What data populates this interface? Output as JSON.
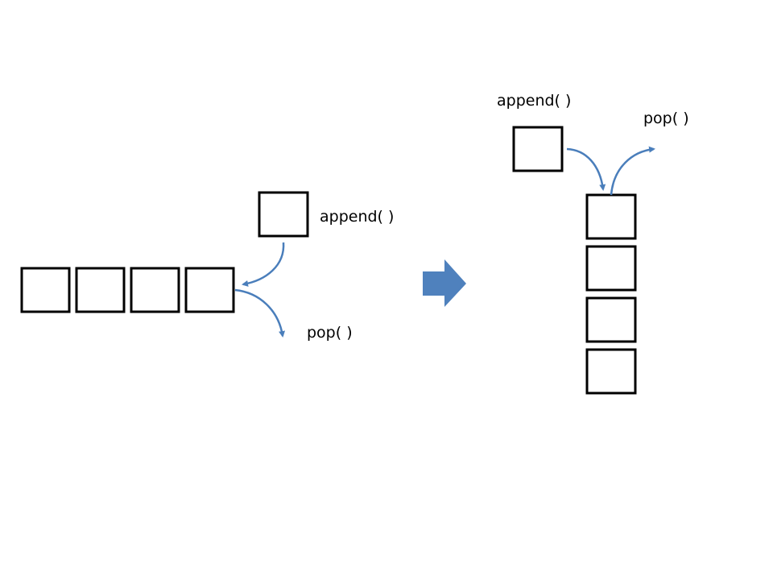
{
  "left": {
    "append_label": "append( )",
    "pop_label": "pop( )"
  },
  "right": {
    "append_label": "append( )",
    "pop_label": "pop( )"
  },
  "colors": {
    "arrow": "#4a7ebb",
    "block_arrow": "#4f81bd",
    "box_stroke": "#000000"
  }
}
